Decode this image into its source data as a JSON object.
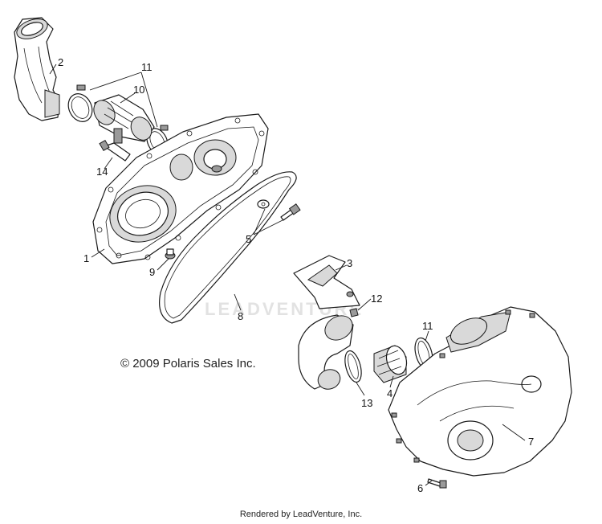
{
  "diagram": {
    "callouts": [
      {
        "id": "c1",
        "text": "1"
      },
      {
        "id": "c2",
        "text": "2"
      },
      {
        "id": "c3",
        "text": "3"
      },
      {
        "id": "c4",
        "text": "4"
      },
      {
        "id": "c5",
        "text": "5"
      },
      {
        "id": "c6",
        "text": "6"
      },
      {
        "id": "c7",
        "text": "7"
      },
      {
        "id": "c8",
        "text": "8"
      },
      {
        "id": "c9",
        "text": "9"
      },
      {
        "id": "c10",
        "text": "10"
      },
      {
        "id": "c11a",
        "text": "11"
      },
      {
        "id": "c11b",
        "text": "11"
      },
      {
        "id": "c12",
        "text": "12"
      },
      {
        "id": "c13",
        "text": "13"
      },
      {
        "id": "c14",
        "text": "14"
      }
    ],
    "watermark": "LEADVENTURE",
    "copyright": "© 2009 Polaris Sales Inc.",
    "footer": "Rendered by LeadVenture, Inc."
  }
}
